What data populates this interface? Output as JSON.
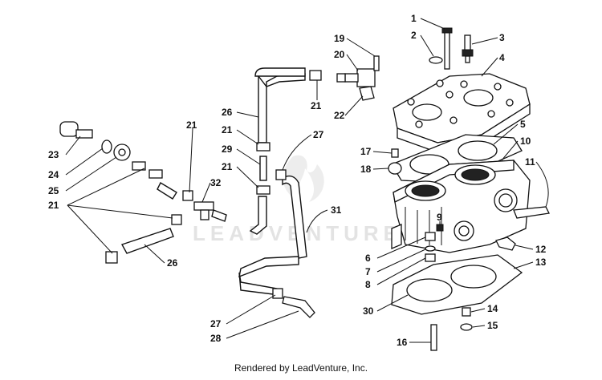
{
  "watermark": "LEADVENTURE",
  "footer": "Rendered by LeadVenture, Inc.",
  "callouts": [
    "1",
    "2",
    "3",
    "4",
    "5",
    "6",
    "7",
    "8",
    "9",
    "10",
    "11",
    "12",
    "13",
    "14",
    "15",
    "16",
    "17",
    "18",
    "19",
    "20",
    "21",
    "22",
    "23",
    "24",
    "25",
    "26",
    "27",
    "28",
    "29",
    "30",
    "31",
    "32"
  ],
  "callout_21_instances": [
    "21",
    "21",
    "21",
    "21",
    "21"
  ],
  "callout_26_instances": [
    "26",
    "26"
  ],
  "callout_27_instances": [
    "27",
    "27"
  ]
}
